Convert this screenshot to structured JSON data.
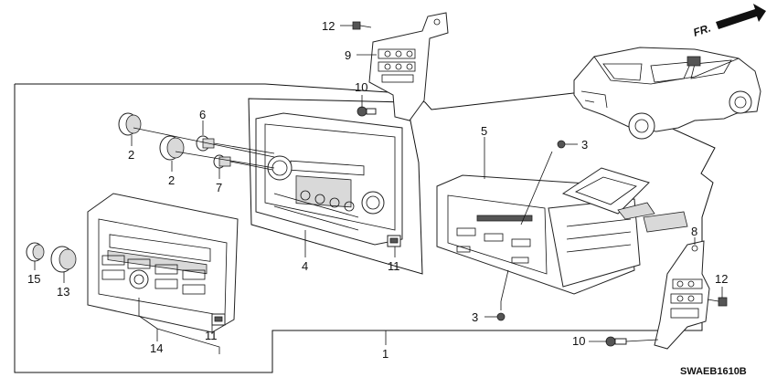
{
  "diagram": {
    "diagram_code": "SWAEB1610B",
    "front_indicator": "FR.",
    "callouts": [
      {
        "id": "c12a",
        "number": "12"
      },
      {
        "id": "c9",
        "number": "9"
      },
      {
        "id": "c10a",
        "number": "10"
      },
      {
        "id": "c6",
        "number": "6"
      },
      {
        "id": "c2a",
        "number": "2"
      },
      {
        "id": "c2b",
        "number": "2"
      },
      {
        "id": "c7",
        "number": "7"
      },
      {
        "id": "c4",
        "number": "4"
      },
      {
        "id": "c11a",
        "number": "11"
      },
      {
        "id": "c5",
        "number": "5"
      },
      {
        "id": "c3a",
        "number": "3"
      },
      {
        "id": "c3b",
        "number": "3"
      },
      {
        "id": "c8",
        "number": "8"
      },
      {
        "id": "c12b",
        "number": "12"
      },
      {
        "id": "c10b",
        "number": "10"
      },
      {
        "id": "c15",
        "number": "15"
      },
      {
        "id": "c13",
        "number": "13"
      },
      {
        "id": "c14",
        "number": "14"
      },
      {
        "id": "c11b",
        "number": "11"
      },
      {
        "id": "c1",
        "number": "1"
      }
    ]
  }
}
